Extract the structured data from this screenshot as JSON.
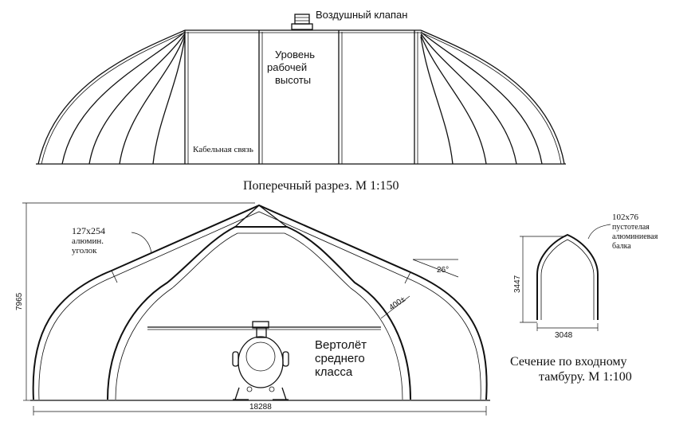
{
  "top_view": {
    "air_valve_label": "Воздушный клапан",
    "working_height_label": [
      "Уровень",
      "рабочей",
      "высоты"
    ],
    "cable_label": "Кабельная связь",
    "caption": "Поперечный разрез. М 1:150"
  },
  "main_section": {
    "beam_label": [
      "127x254",
      "алюмин.",
      "уголок"
    ],
    "height_dim": "7965",
    "width_dim": "18288",
    "angle_label": "26°",
    "offset_dim": "400±",
    "helicopter_label": [
      "Вертолёт",
      "среднего",
      "класса"
    ]
  },
  "vestibule": {
    "beam_label": [
      "102x76",
      "пустотелая",
      "алюминиевая",
      "балка"
    ],
    "height_dim": "3447",
    "width_dim": "3048",
    "caption": [
      "Сечение по входному",
      "тамбуру. М 1:100"
    ]
  }
}
